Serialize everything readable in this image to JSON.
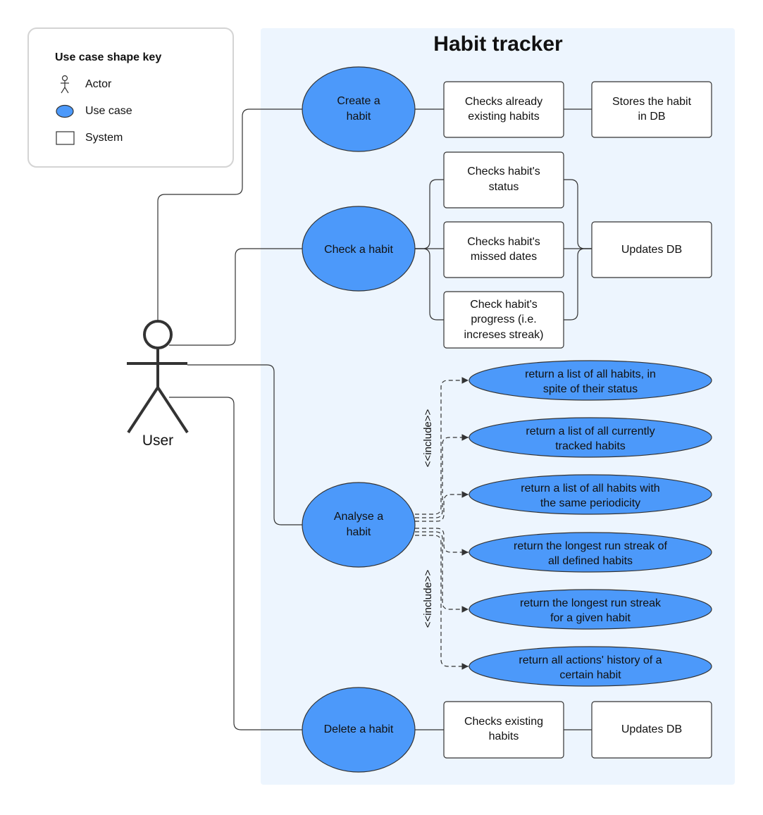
{
  "legend": {
    "title": "Use case shape key",
    "items": [
      {
        "icon": "stick-figure-icon",
        "label": "Actor"
      },
      {
        "icon": "ellipse-icon",
        "label": "Use case"
      },
      {
        "icon": "rectangle-icon",
        "label": "System"
      }
    ]
  },
  "system": {
    "title": "Habit tracker"
  },
  "actor": {
    "label": "User"
  },
  "colors": {
    "usecase_fill": "#4c99fa",
    "system_fill": "#edf5fe",
    "stroke": "#333333"
  },
  "use_cases": {
    "create": [
      "Create a",
      "habit"
    ],
    "check": [
      "Check a habit"
    ],
    "analyse": [
      "Analyse a",
      "habit"
    ],
    "delete": [
      "Delete a habit"
    ]
  },
  "boxes": {
    "create_check": [
      "Checks already",
      "existing habits"
    ],
    "create_store": [
      "Stores the habit",
      "in DB"
    ],
    "check_status": [
      "Checks habit's",
      "status"
    ],
    "check_missed": [
      "Checks habit's",
      "missed dates"
    ],
    "check_progress": [
      "Check habit's",
      "progress (i.e.",
      "increses streak)"
    ],
    "check_update": [
      "Updates DB"
    ],
    "delete_check": [
      "Checks existing",
      "habits"
    ],
    "delete_update": [
      "Updates DB"
    ]
  },
  "included": [
    [
      "return a list of all habits, in",
      "spite of their status"
    ],
    [
      "return a list of all currently",
      "tracked habits"
    ],
    [
      "return a list of all habits with",
      "the same periodicity"
    ],
    [
      "return the longest run streak of",
      "all defined habits"
    ],
    [
      "return the longest run streak",
      "for a given habit"
    ],
    [
      "return all actions' history of a",
      "certain habit"
    ]
  ],
  "include_label": "<<include>>"
}
